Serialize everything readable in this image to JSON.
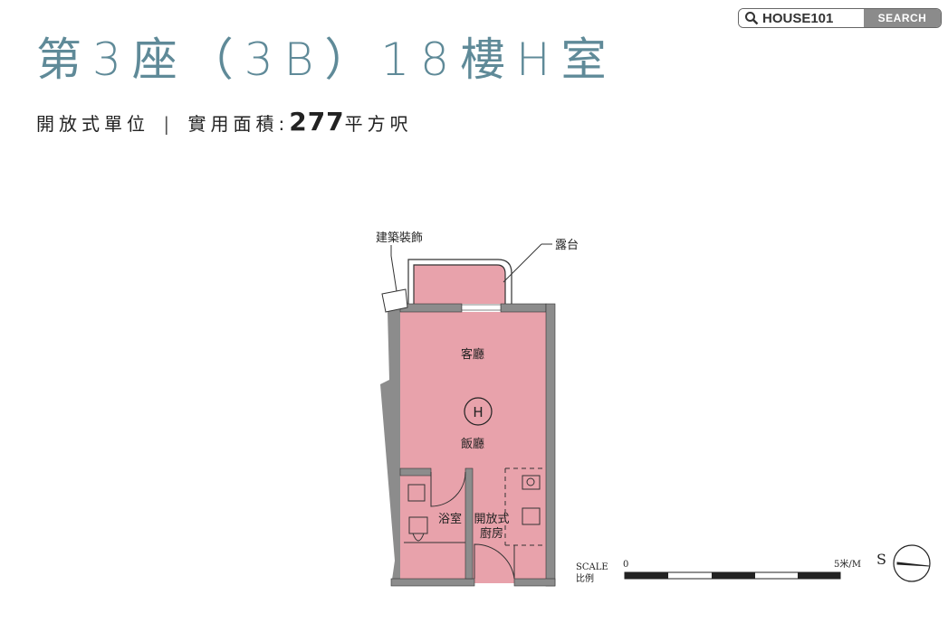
{
  "header": {
    "title": "第3座（3B）18樓H室",
    "subtitle_type": "開放式單位",
    "subtitle_separator": "|",
    "subtitle_area_label": "實用面積:",
    "subtitle_area_value": "277",
    "subtitle_area_unit": "平方呎"
  },
  "search": {
    "value": "HOUSE101",
    "button_label": "SEARCH"
  },
  "floorplan": {
    "unit_code": "H",
    "rooms": {
      "living": "客廳",
      "dining": "飯廳",
      "bathroom": "浴室",
      "kitchen_line1": "開放式",
      "kitchen_line2": "廚房"
    },
    "callouts": {
      "architectural_feature": "建築裝飾",
      "balcony": "露台"
    },
    "colors": {
      "room_fill": "#e8a2ab",
      "wall": "#8c8c8c",
      "title": "#5f8a98"
    }
  },
  "scale": {
    "label_en": "SCALE",
    "label_zh": "比例",
    "start": "0",
    "end": "5米/M"
  },
  "compass": {
    "direction": "S"
  }
}
